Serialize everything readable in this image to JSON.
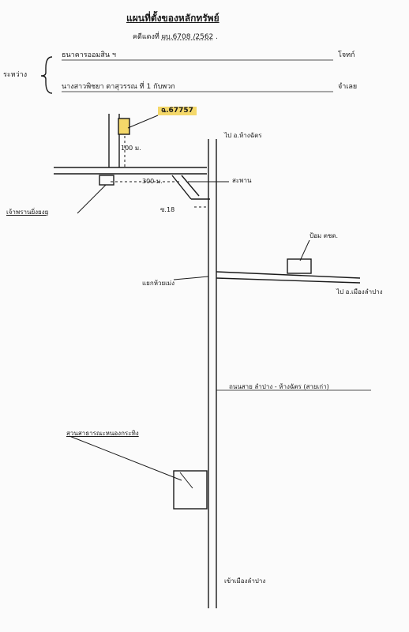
{
  "header": {
    "title": "แผนที่ตั้งของหลักทรัพย์",
    "case_label": "คดีแดงที่",
    "case_number": "ผบ.6708 /2562",
    "case_suffix": "."
  },
  "parties": {
    "between_label": "ระหว่าง",
    "plaintiff_name": "ธนาคารออมสิน ฯ",
    "plaintiff_role": "โจทก์",
    "defendant_name": "นางสาวพิชยา ตาสุวรรณ ที่ 1 กับพวก",
    "defendant_role": "จำเลย"
  },
  "map": {
    "deed_label": "ฉ.67757",
    "distance_100": "100 ม.",
    "distance_300": "300 ม.",
    "to_hangchat": "ไป อ.ห้างฉัตร",
    "bridge": "สะพาน",
    "side_road": "ซ.18",
    "market": "เจ้าพรานยิ่งยงยุ",
    "police_box": "ป้อม ตชด.",
    "junction": "แยกห้วยเม่ง",
    "to_mueang": "ไป อ.เมืองลำปาง",
    "highway": "ถนนสาย ลำปาง - ห้างฉัตร (สายเก่า)",
    "park": "สวนสาธารณะหนองกระทิง",
    "city_in": "เข้าเมืองลำปาง"
  },
  "colors": {
    "highlight": "#f4d86a",
    "ink": "#1a1a1a"
  }
}
